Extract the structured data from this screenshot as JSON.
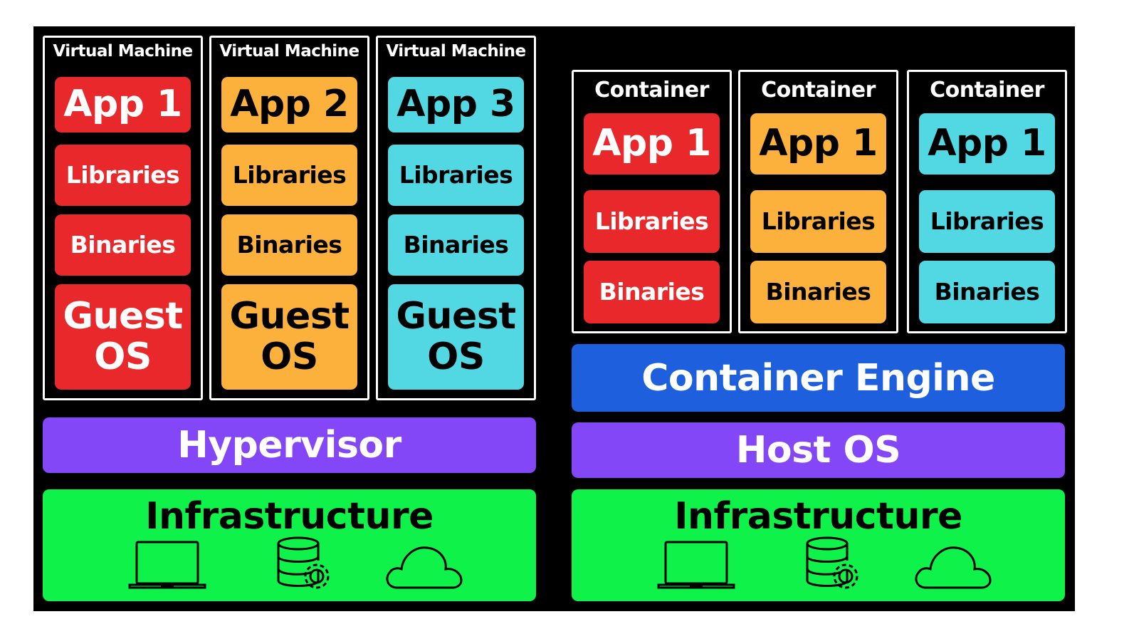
{
  "colors": {
    "red": "#e8282b",
    "orange": "#fbb13c",
    "cyan": "#52d8e3",
    "purple": "#8347f8",
    "blue": "#1d5fdc",
    "green": "#0ff24a",
    "white": "#ffffff",
    "black": "#000000"
  },
  "vm_side": {
    "machines": [
      {
        "title": "Virtual Machine",
        "app": "App 1",
        "libraries": "Libraries",
        "binaries": "Binaries",
        "guest_os_line1": "Guest",
        "guest_os_line2": "OS",
        "color": "red"
      },
      {
        "title": "Virtual Machine",
        "app": "App 2",
        "libraries": "Libraries",
        "binaries": "Binaries",
        "guest_os_line1": "Guest",
        "guest_os_line2": "OS",
        "color": "orange"
      },
      {
        "title": "Virtual Machine",
        "app": "App 3",
        "libraries": "Libraries",
        "binaries": "Binaries",
        "guest_os_line1": "Guest",
        "guest_os_line2": "OS",
        "color": "cyan"
      }
    ],
    "hypervisor": "Hypervisor",
    "infrastructure": "Infrastructure",
    "icons": [
      "laptop-icon",
      "database-gear-icon",
      "cloud-icon"
    ]
  },
  "container_side": {
    "containers": [
      {
        "title": "Container",
        "app": "App 1",
        "libraries": "Libraries",
        "binaries": "Binaries",
        "color": "red"
      },
      {
        "title": "Container",
        "app": "App 1",
        "libraries": "Libraries",
        "binaries": "Binaries",
        "color": "orange"
      },
      {
        "title": "Container",
        "app": "App 1",
        "libraries": "Libraries",
        "binaries": "Binaries",
        "color": "cyan"
      }
    ],
    "container_engine": "Container Engine",
    "host_os": "Host OS",
    "infrastructure": "Infrastructure",
    "icons": [
      "laptop-icon",
      "database-gear-icon",
      "cloud-icon"
    ]
  }
}
